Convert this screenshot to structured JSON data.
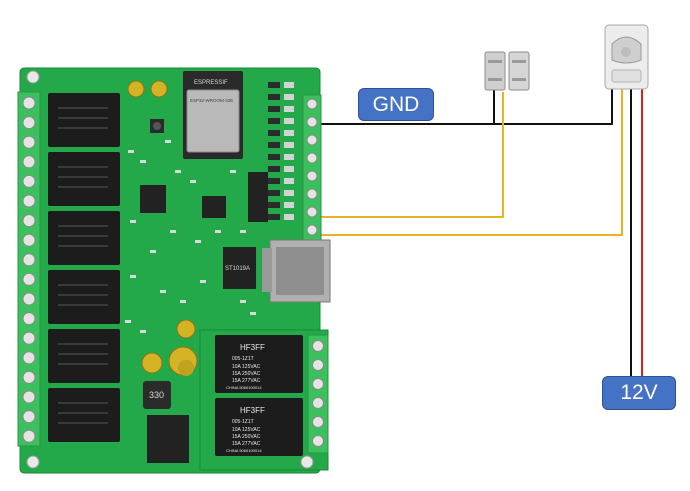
{
  "labels": {
    "gnd": "GND",
    "power": "12V"
  },
  "board": {
    "module_brand": "ESPRESSIF",
    "module_model": "ESP32-WROOM-32E",
    "eth_chip": "ST1019A",
    "inductor_value": "330",
    "relay": {
      "brand": "HF3FF",
      "model": "005-1Z1T",
      "ratings": [
        "10A 125VAC",
        "15A 250VAC",
        "15A 277VAC"
      ],
      "footer": "CHINA 5060100014"
    }
  },
  "colors": {
    "board_green": "#23a84a",
    "terminal_green": "#3cbf5d",
    "relay_black": "#1c1c1c",
    "wire_gnd": "#111111",
    "wire_signal": "#e6b422",
    "wire_power": "#d62020",
    "label_fill": "#4472c4"
  }
}
